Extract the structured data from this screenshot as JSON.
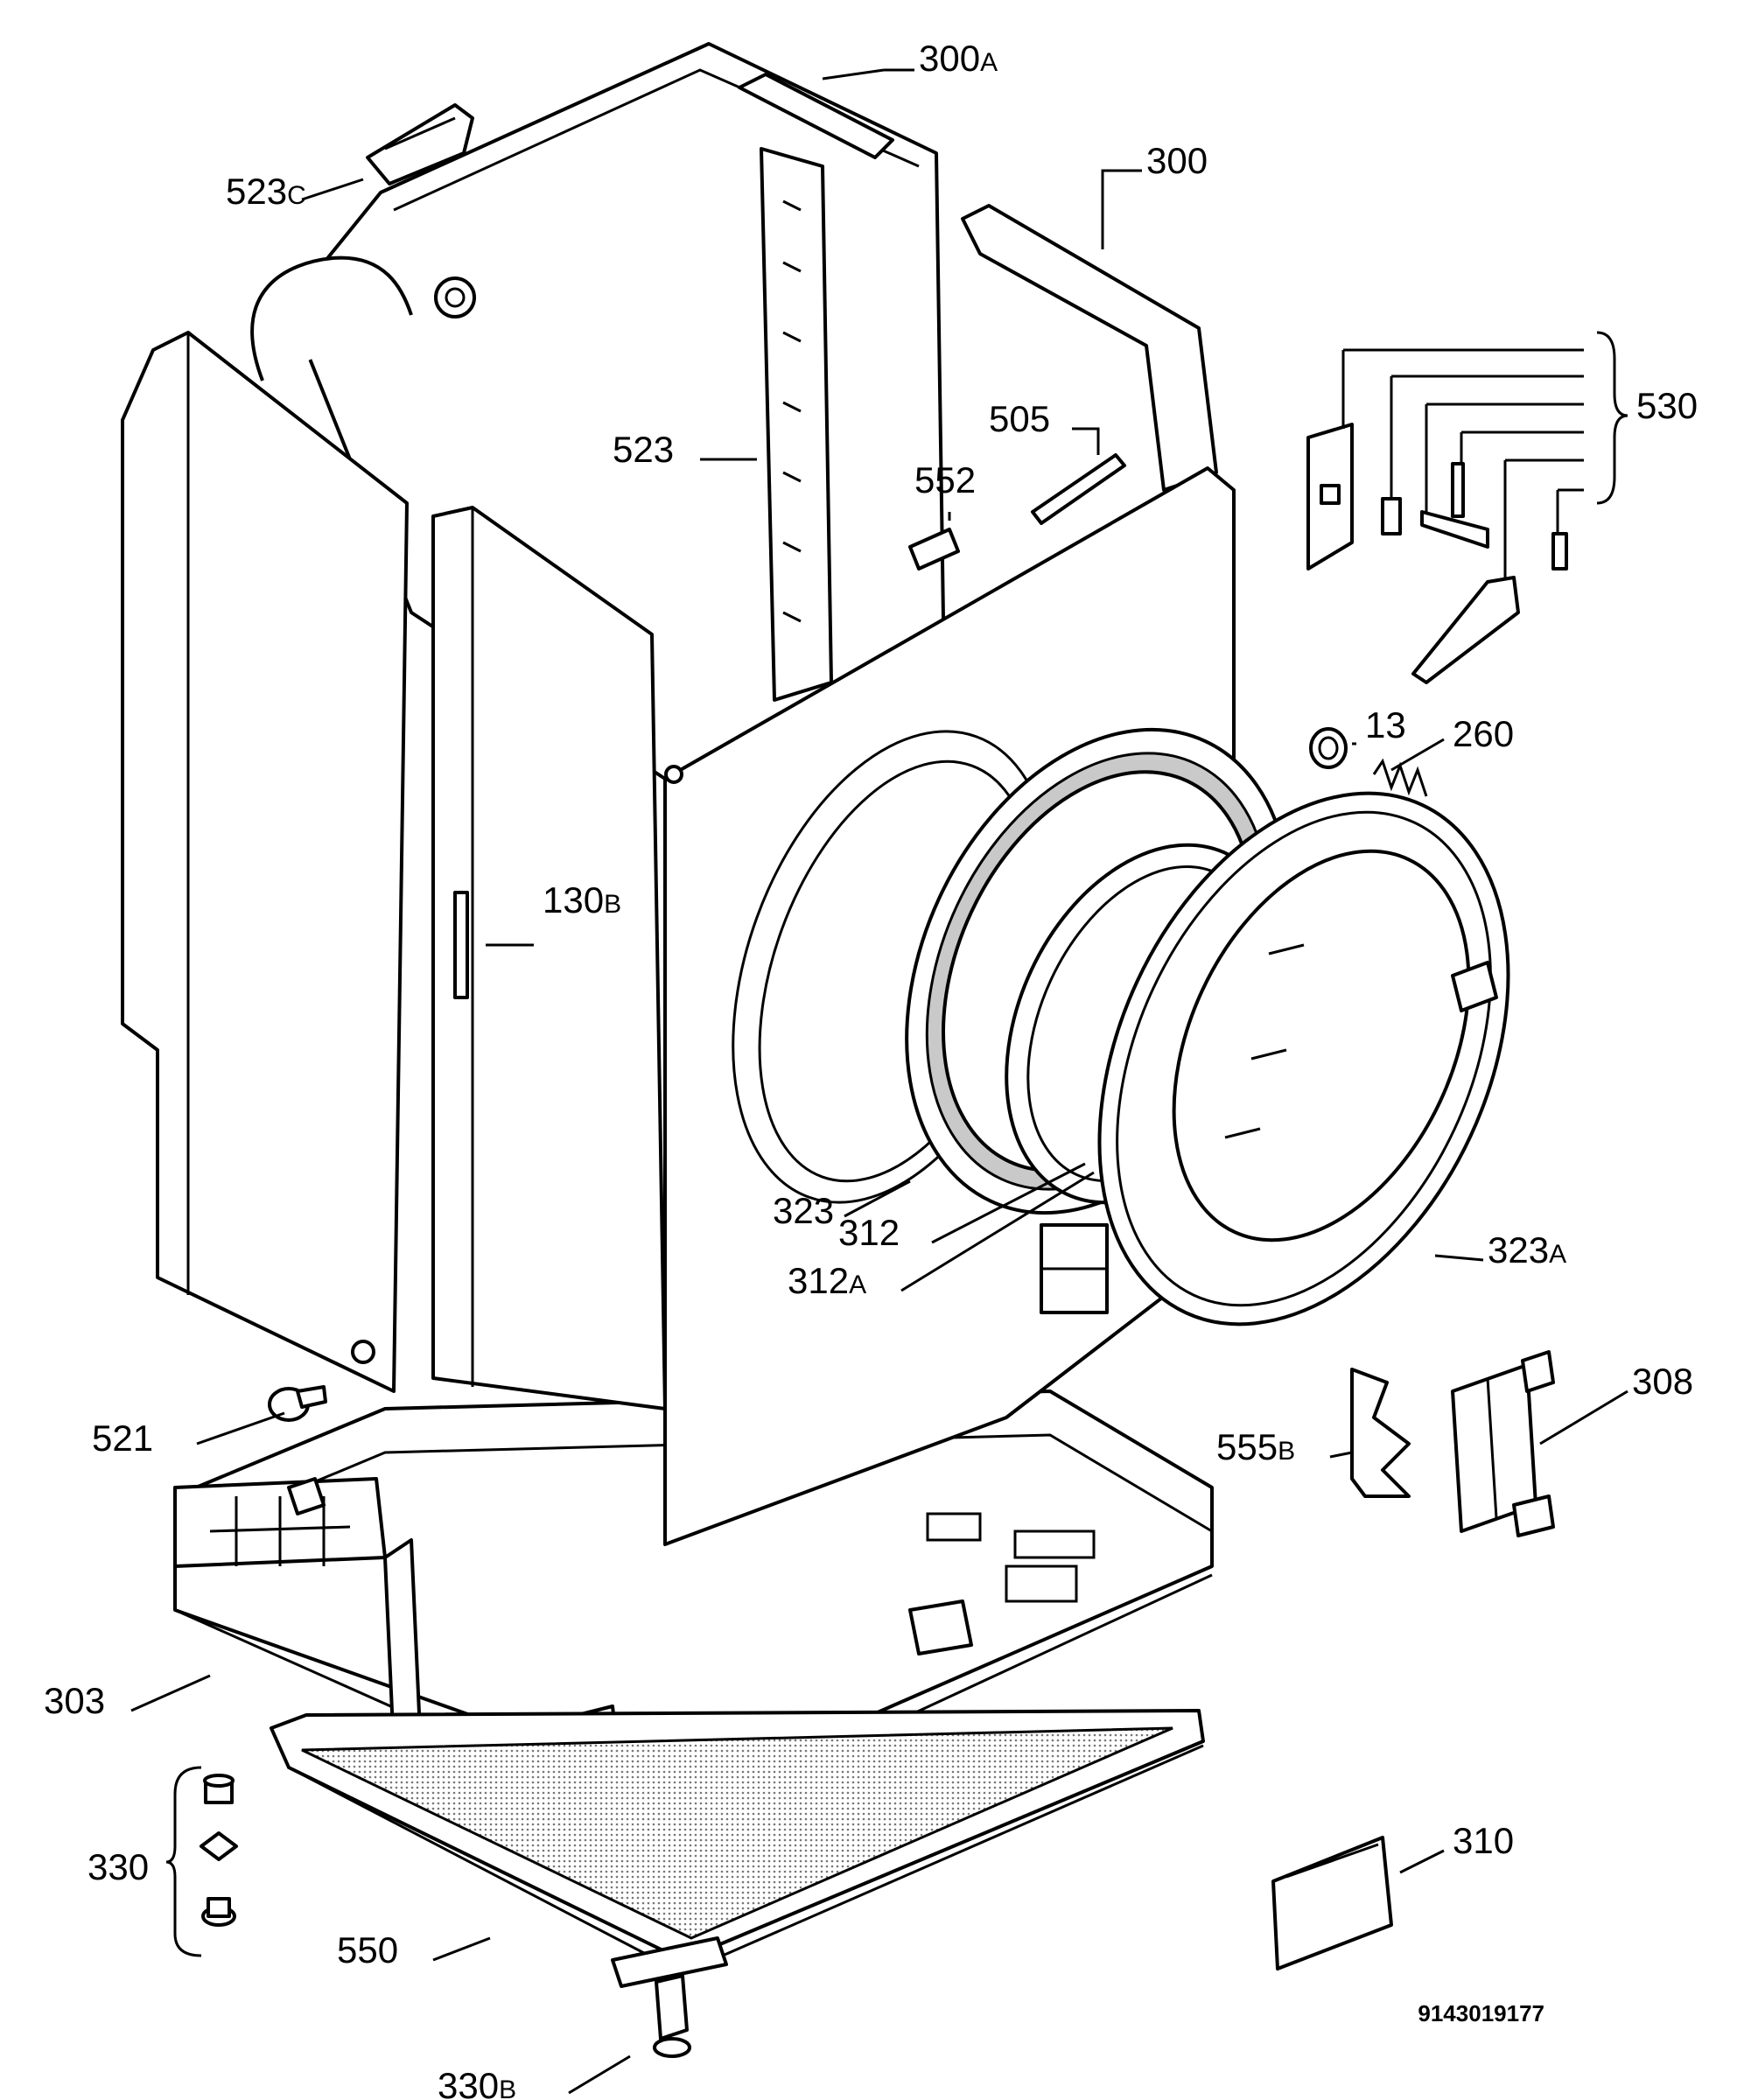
{
  "diagram": {
    "catalog_number": "9143019177",
    "labels": [
      {
        "id": "300A",
        "num": "300",
        "suffix": "A"
      },
      {
        "id": "523C",
        "num": "523",
        "suffix": "C"
      },
      {
        "id": "300",
        "num": "300",
        "suffix": ""
      },
      {
        "id": "530",
        "num": "530",
        "suffix": ""
      },
      {
        "id": "505",
        "num": "505",
        "suffix": ""
      },
      {
        "id": "523",
        "num": "523",
        "suffix": ""
      },
      {
        "id": "552",
        "num": "552",
        "suffix": ""
      },
      {
        "id": "13",
        "num": "13",
        "suffix": ""
      },
      {
        "id": "260",
        "num": "260",
        "suffix": ""
      },
      {
        "id": "130B",
        "num": "130",
        "suffix": "B"
      },
      {
        "id": "323",
        "num": "323",
        "suffix": ""
      },
      {
        "id": "312",
        "num": "312",
        "suffix": ""
      },
      {
        "id": "312A",
        "num": "312",
        "suffix": "A"
      },
      {
        "id": "323A",
        "num": "323",
        "suffix": "A"
      },
      {
        "id": "308",
        "num": "308",
        "suffix": ""
      },
      {
        "id": "521",
        "num": "521",
        "suffix": ""
      },
      {
        "id": "555B",
        "num": "555",
        "suffix": "B"
      },
      {
        "id": "303",
        "num": "303",
        "suffix": ""
      },
      {
        "id": "310",
        "num": "310",
        "suffix": ""
      },
      {
        "id": "330",
        "num": "330",
        "suffix": ""
      },
      {
        "id": "550",
        "num": "550",
        "suffix": ""
      },
      {
        "id": "330B",
        "num": "330",
        "suffix": "B"
      }
    ]
  }
}
